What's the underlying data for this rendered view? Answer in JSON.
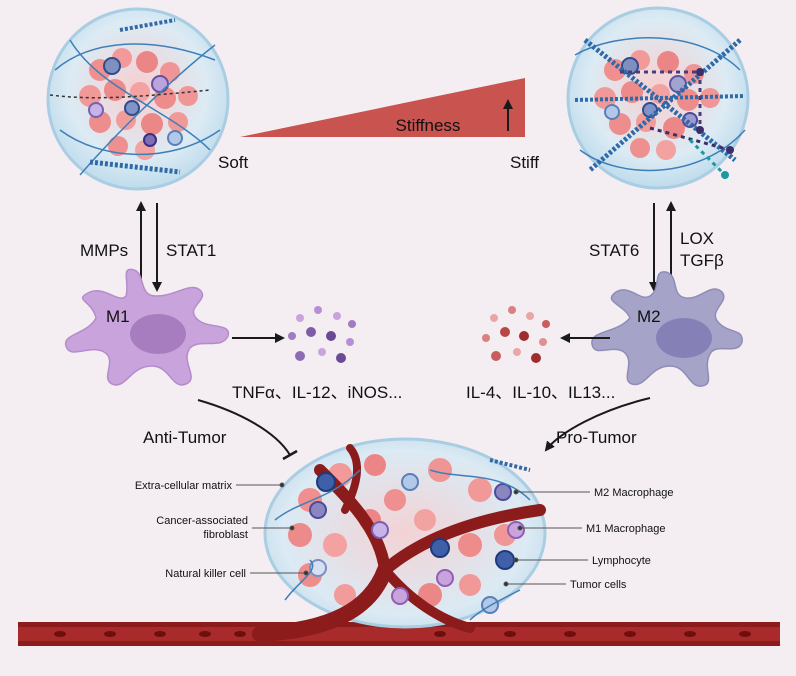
{
  "colors": {
    "background": "#f4eef2",
    "m1_cell": "#c9a3dc",
    "m2_cell": "#a6a3c9",
    "stiffness_wedge": "#c9534f",
    "blood_vessel": "#8c1c1c",
    "ecm_fiber": "#4f8fc4"
  },
  "labels": {
    "soft": "Soft",
    "stiff": "Stiff",
    "stiffness": "Stiffness",
    "mmps": "MMPs",
    "stat1": "STAT1",
    "stat6": "STAT6",
    "lox": "LOX",
    "tgfb": "TGFβ",
    "m1": "M1",
    "m2": "M2",
    "m1_cytokines": "TNFα、IL-12、iNOS...",
    "m2_cytokines": "IL-4、IL-10、IL13...",
    "anti_tumor": "Anti-Tumor",
    "pro_tumor": "Pro-Tumor"
  },
  "legend": {
    "ecm": "Extra-cellular matrix",
    "caf_line1": "Cancer-associated",
    "caf_line2": "fibroblast",
    "nk": "Natural killer cell",
    "m2_macrophage": "M2 Macrophage",
    "m1_macrophage": "M1 Macrophage",
    "lymphocyte": "Lymphocyte",
    "tumor_cells": "Tumor cells"
  }
}
